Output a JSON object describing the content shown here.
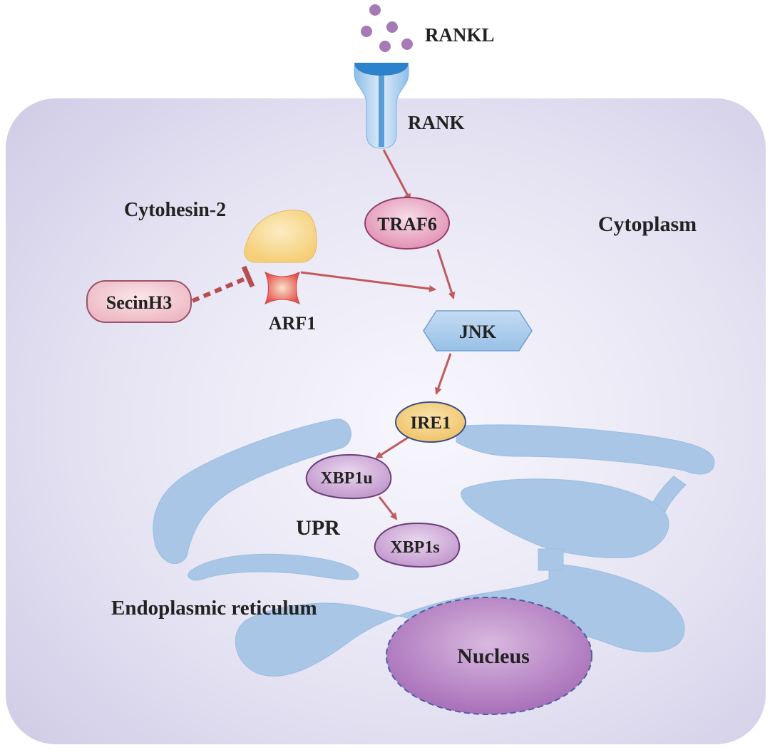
{
  "labels": {
    "ligand": "RANKL",
    "receptor": "RANK",
    "traf6": "TRAF6",
    "cytohesin": "Cytohesin-2",
    "secinh3": "SecinH3",
    "arf1": "ARF1",
    "jnk": "JNK",
    "ire1": "IRE1",
    "xbp1u": "XBP1u",
    "xbp1s": "XBP1s",
    "upr": "UPR",
    "er": "Endoplasmic reticulum",
    "nucleus": "Nucleus",
    "cytoplasm": "Cytoplasm"
  },
  "colors": {
    "cell": "#dcd9ee",
    "er": "#a9c6e6",
    "arrow": "#bf5a5e",
    "traf6": "#e79cba",
    "secinh3": "#f1c4cd",
    "cytohesin": "#f7d587",
    "arf1": "#ea6760",
    "jnk": "#a5c8ea",
    "ire1": "#f1cc7a",
    "xbp": "#c9a1d1",
    "nucleus": "#b27bc0",
    "rankl": "#a57ab6"
  }
}
